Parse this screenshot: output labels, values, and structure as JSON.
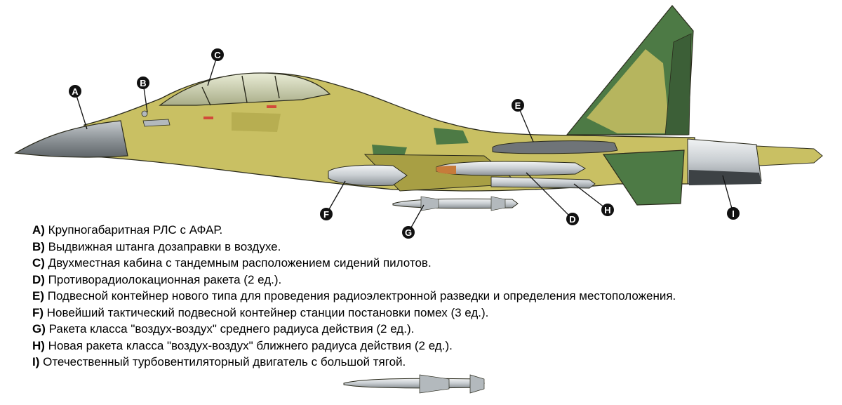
{
  "colors": {
    "camo_sand": "#c9c063",
    "camo_sand_dark": "#a89f44",
    "camo_green": "#4d7a45",
    "camo_green_dark": "#3c5f37",
    "radome_grey": "#8e9498",
    "metal_light": "#dfe3e6",
    "metal_mid": "#b3b9bd",
    "outline": "#2a2a1c",
    "callout_dot": "#111111",
    "missile_tip": "#c77b3a",
    "text": "#000000"
  },
  "callouts": [
    {
      "letter": "A"
    },
    {
      "letter": "B"
    },
    {
      "letter": "C"
    },
    {
      "letter": "D"
    },
    {
      "letter": "E"
    },
    {
      "letter": "F"
    },
    {
      "letter": "G"
    },
    {
      "letter": "H"
    },
    {
      "letter": "I"
    }
  ],
  "legend": [
    {
      "key": "A)",
      "text": " Крупногабаритная РЛС с АФАР."
    },
    {
      "key": "B)",
      "text": " Выдвижная штанга дозаправки в воздухе."
    },
    {
      "key": "C)",
      "text": " Двухместная кабина с тандемным расположением сидений пилотов."
    },
    {
      "key": "D)",
      "text": " Противорадиолокационная ракета (2 ед.)."
    },
    {
      "key": "E)",
      "text": " Подвесной контейнер нового типа для проведения радиоэлектронной разведки и определения местоположения."
    },
    {
      "key": "F)",
      "text": " Новейший тактический подвесной контейнер станции постановки помех (3 ед.)."
    },
    {
      "key": "G)",
      "text": " Ракета класса \"воздух-воздух\" среднего радиуса действия (2 ед.)."
    },
    {
      "key": "H)",
      "text": " Новая ракета класса \"воздух-воздух\" ближнего радиуса действия (2 ед.)."
    },
    {
      "key": "I)",
      "text": " Отечественный турбовентиляторный двигатель с большой тягой."
    }
  ]
}
